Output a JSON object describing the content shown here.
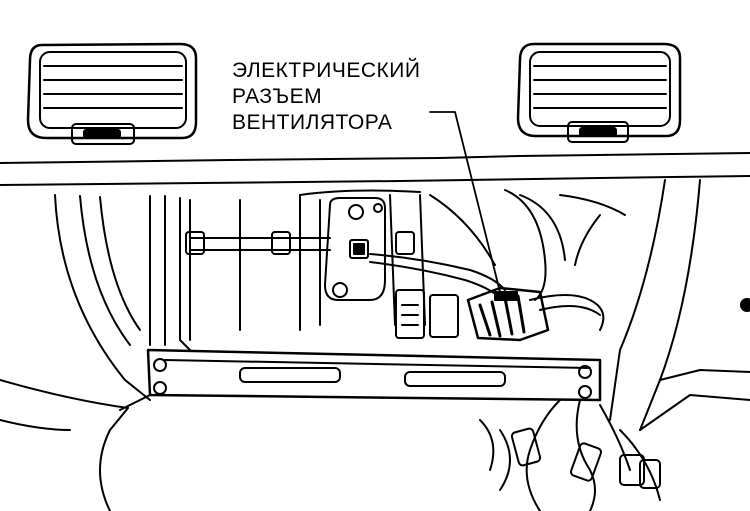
{
  "callout": {
    "lines": [
      "ЭЛЕКТРИЧЕСКИЙ",
      "РАЗЪЕМ",
      "ВЕНТИЛЯТОРА"
    ]
  },
  "colors": {
    "ink": "#000000",
    "paper": "#ffffff"
  }
}
